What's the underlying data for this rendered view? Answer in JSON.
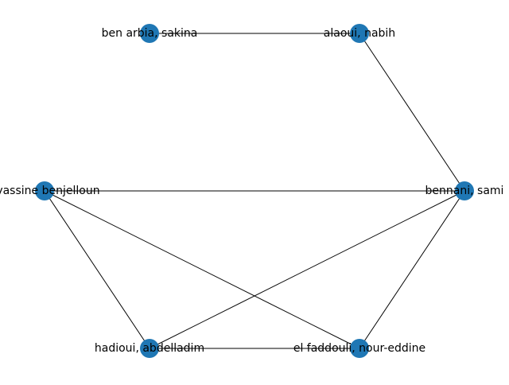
{
  "graph": {
    "node_color": "#1f77b4",
    "edge_color": "#000000",
    "label_color": "#000000",
    "nodes": [
      {
        "id": "ben_arbia_sakina",
        "label": "ben arbia, sakina"
      },
      {
        "id": "alaoui_nabih",
        "label": "alaoui, nabih"
      },
      {
        "id": "yassine_benjelloun",
        "label": ", yassine benjelloun"
      },
      {
        "id": "bennani_sami",
        "label": "bennani, sami"
      },
      {
        "id": "hadioui_abdelladim",
        "label": "hadioui, abdelladim"
      },
      {
        "id": "el_faddouli_nour_eddine",
        "label": "el faddouli, nour-eddine"
      }
    ],
    "edges": [
      {
        "source": "ben_arbia_sakina",
        "target": "alaoui_nabih"
      },
      {
        "source": "alaoui_nabih",
        "target": "bennani_sami"
      },
      {
        "source": "yassine_benjelloun",
        "target": "bennani_sami"
      },
      {
        "source": "yassine_benjelloun",
        "target": "hadioui_abdelladim"
      },
      {
        "source": "yassine_benjelloun",
        "target": "el_faddouli_nour_eddine"
      },
      {
        "source": "bennani_sami",
        "target": "hadioui_abdelladim"
      },
      {
        "source": "bennani_sami",
        "target": "el_faddouli_nour_eddine"
      },
      {
        "source": "hadioui_abdelladim",
        "target": "el_faddouli_nour_eddine"
      }
    ]
  }
}
